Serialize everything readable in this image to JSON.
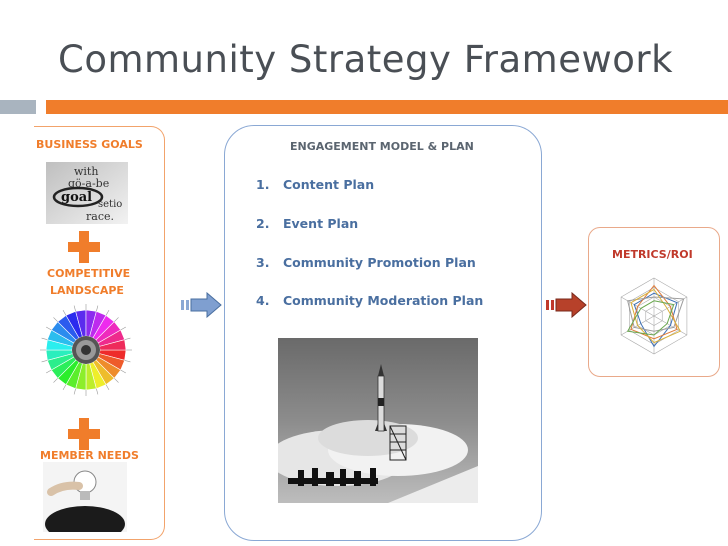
{
  "title": "Community Strategy Framework",
  "left_panel": {
    "business_goals": "BUSINESS GOALS",
    "competitive_line1": "COMPETITIVE",
    "competitive_line2": "LANDSCAPE",
    "member_needs": "MEMBER NEEDS"
  },
  "middle_panel": {
    "heading": "ENGAGEMENT MODEL & PLAN",
    "items": [
      {
        "num": "1.",
        "label": "Content Plan"
      },
      {
        "num": "2.",
        "label": "Event Plan"
      },
      {
        "num": "3.",
        "label": "Community Promotion Plan"
      },
      {
        "num": "4.",
        "label": "Community Moderation Plan"
      }
    ]
  },
  "right_panel": {
    "title": "METRICS/ROI"
  },
  "photo_goal_words": [
    "with",
    "gö-a-be",
    "goal",
    "setio",
    "race."
  ],
  "colors": {
    "accent_orange": "#f07d2b",
    "bar_gray": "#a9b4bf",
    "mid_border": "#8aa8d4",
    "blue_text": "#4a6fa0",
    "metrics_red": "#c0392b"
  },
  "icons": [
    "plus-icon",
    "arrow-right-blue-icon",
    "arrow-right-red-icon",
    "radar-chart-icon",
    "color-wheel-icon",
    "lightbulb-icon",
    "rocket-launch-photo",
    "goal-word-photo"
  ]
}
